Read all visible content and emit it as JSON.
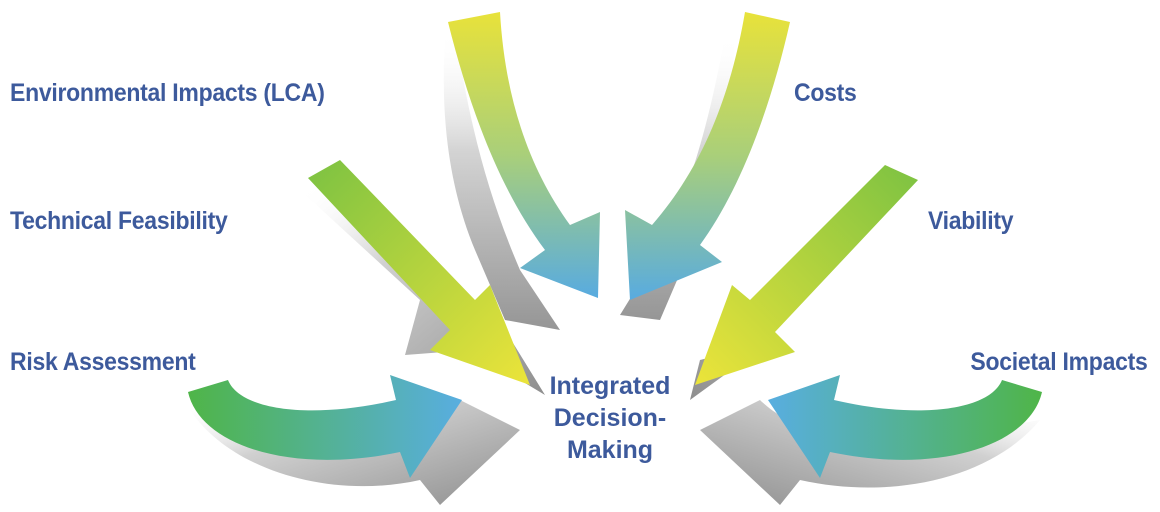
{
  "diagram": {
    "text_color": "#3d5a9c",
    "arrow_gradient_tail": "#5ab84a",
    "arrow_gradient_mid": "#e6e03a",
    "arrow_gradient_head": "#5aaee0",
    "labels": {
      "environmental": "Environmental Impacts (LCA)",
      "technical": "Technical Feasibility",
      "risk": "Risk Assessment",
      "costs": "Costs",
      "viability": "Viability",
      "societal": "Societal Impacts"
    },
    "center": {
      "line1": "Integrated",
      "line2": "Decision-",
      "line3": "Making"
    }
  }
}
